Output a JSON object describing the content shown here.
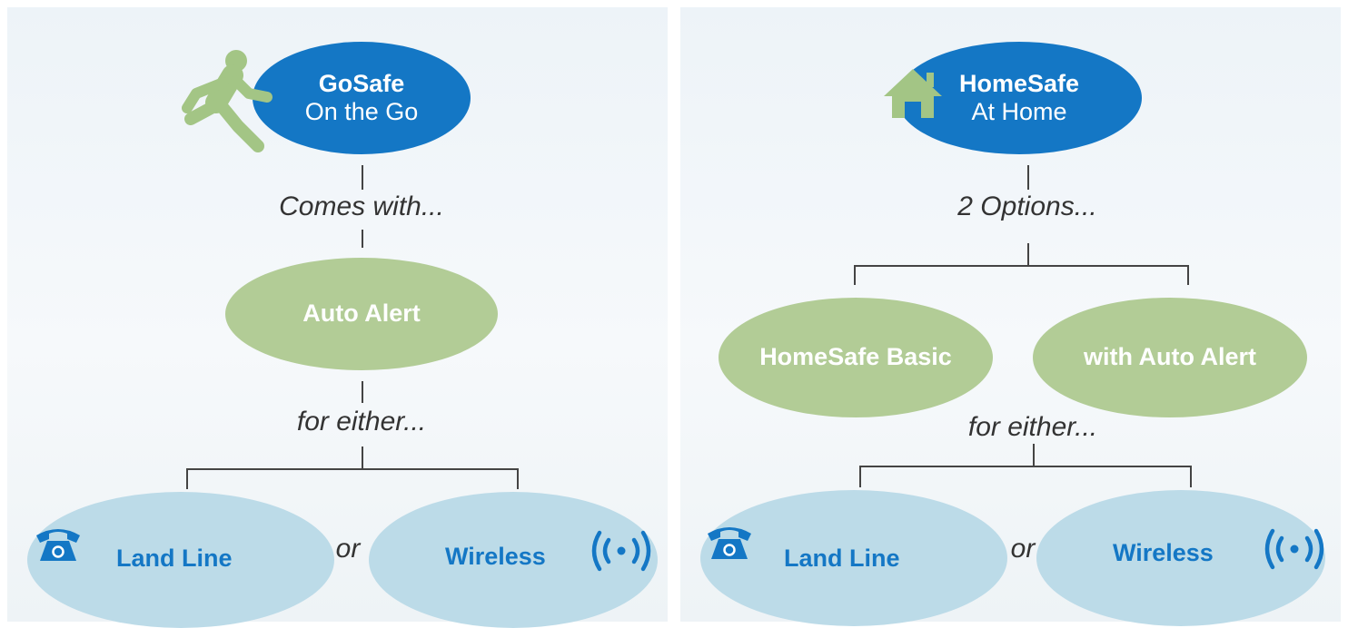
{
  "gosafe": {
    "title": "GoSafe",
    "subtitle": "On the Go",
    "connector_label": "Comes with...",
    "feature": "Auto Alert",
    "either_label": "for either...",
    "option_landline": "Land Line",
    "or_label": "or",
    "option_wireless": "Wireless"
  },
  "homesafe": {
    "title": "HomeSafe",
    "subtitle": "At Home",
    "connector_label": "2 Options...",
    "option_basic": "HomeSafe Basic",
    "option_auto_alert": "with Auto Alert",
    "either_label": "for either...",
    "option_landline": "Land Line",
    "or_label": "or",
    "option_wireless": "Wireless"
  },
  "colors": {
    "blue": "#1477c5",
    "green": "#b2cc96",
    "light_blue": "#bcdbe8",
    "icon_green": "#a3c585"
  },
  "icons": [
    "running-person-icon",
    "house-icon",
    "telephone-icon",
    "wireless-signal-icon"
  ]
}
